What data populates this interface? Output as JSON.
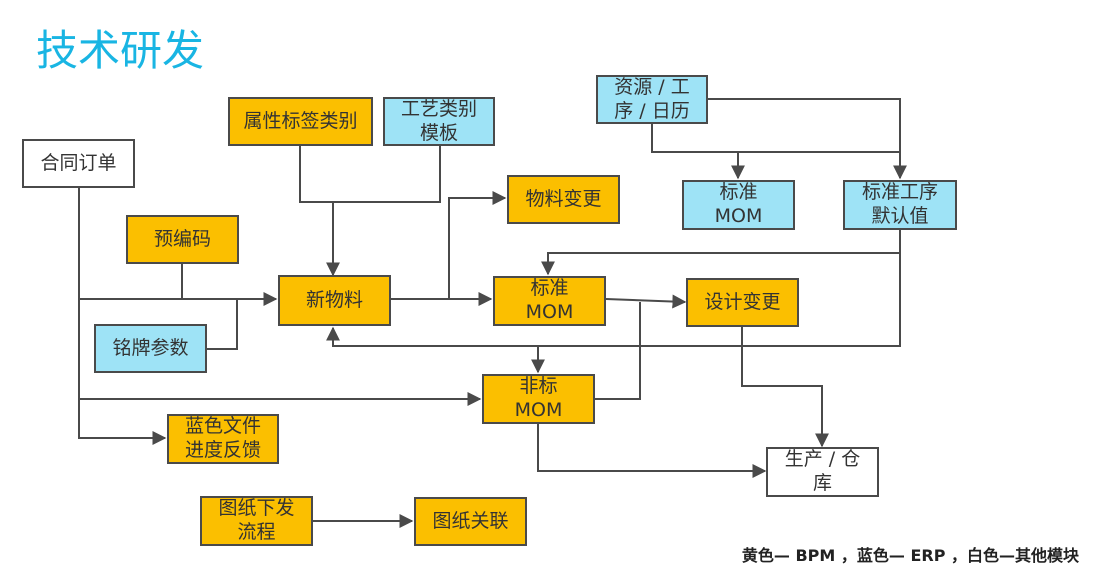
{
  "title": "技术研发",
  "legend": "黄色— BPM ，蓝色— ERP ，白色—其他模块",
  "colors": {
    "bpm": "#fbbf00",
    "erp": "#9ee3f6",
    "other": "#ffffff",
    "title": "#19b5e3"
  },
  "nodes": {
    "contract": "合同订单",
    "attr_tags": "属性标签类别",
    "process_tpl": "工艺类别\n模板",
    "pre_code": "预编码",
    "new_material": "新物料",
    "nameplate": "铭牌参数",
    "material_change": "物料变更",
    "std_mom_bpm": "标准\nMOM",
    "design_change": "设计变更",
    "resource": "资源 / 工\n序 / 日历",
    "std_mom_erp": "标准\nMOM",
    "std_process": "标准工序\n默认值",
    "nonstd_mom": "非标\nMOM",
    "blue_file": "蓝色文件\n进度反馈",
    "production": "生产 / 仓\n库",
    "drawing_flow": "图纸下发\n流程",
    "drawing_link": "图纸关联"
  }
}
